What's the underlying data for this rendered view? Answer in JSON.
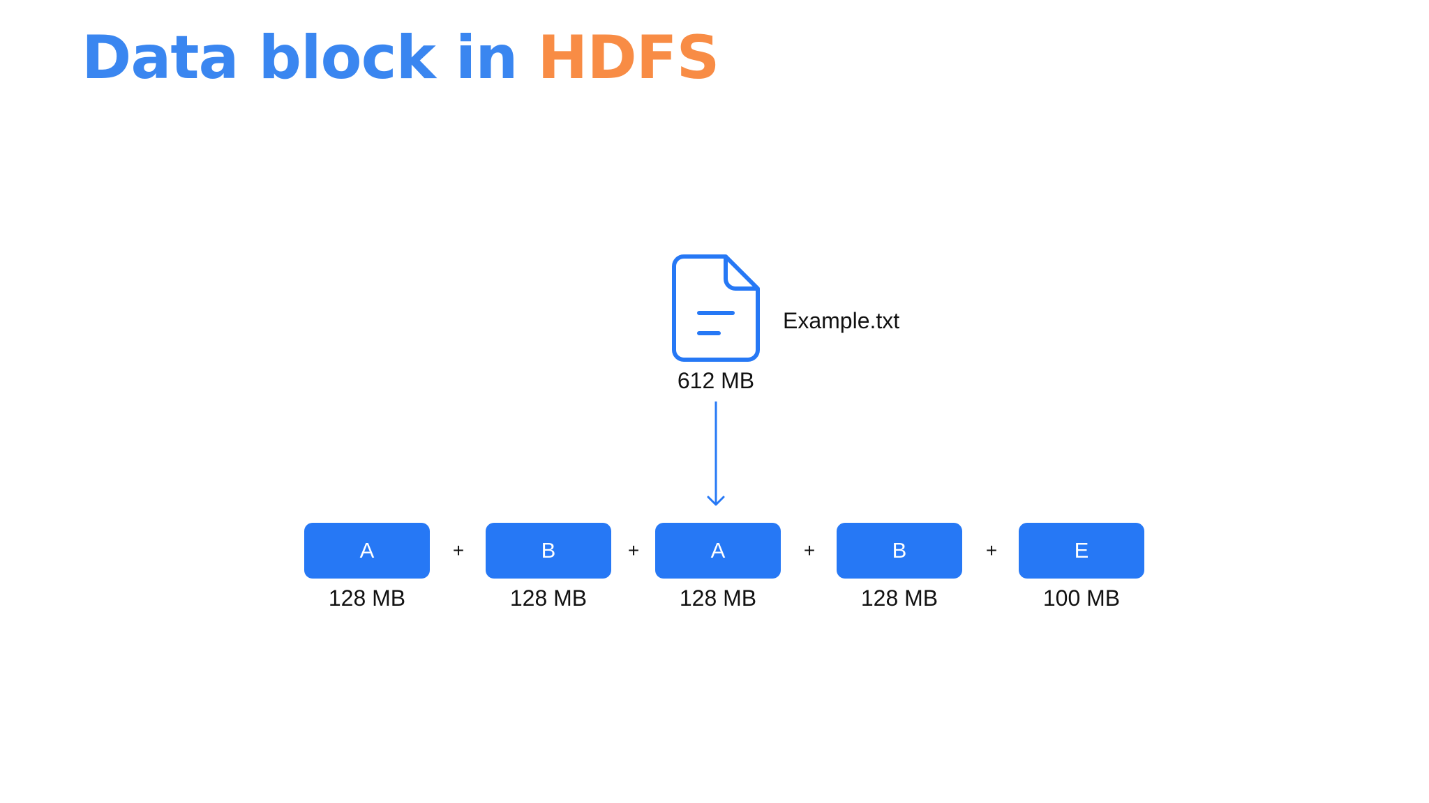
{
  "title": {
    "part1": "Data block in ",
    "part2": "HDFS"
  },
  "colors": {
    "title_primary": "#3a86f0",
    "title_accent": "#f88c45",
    "block_fill": "#2678f5",
    "icon_stroke": "#2678f5"
  },
  "file": {
    "icon": "document-icon",
    "name": "Example.txt",
    "size": "612 MB"
  },
  "connector": "+",
  "blocks": [
    {
      "label": "A",
      "size": "128 MB"
    },
    {
      "label": "B",
      "size": "128 MB"
    },
    {
      "label": "A",
      "size": "128 MB"
    },
    {
      "label": "B",
      "size": "128 MB"
    },
    {
      "label": "E",
      "size": "100 MB"
    }
  ]
}
